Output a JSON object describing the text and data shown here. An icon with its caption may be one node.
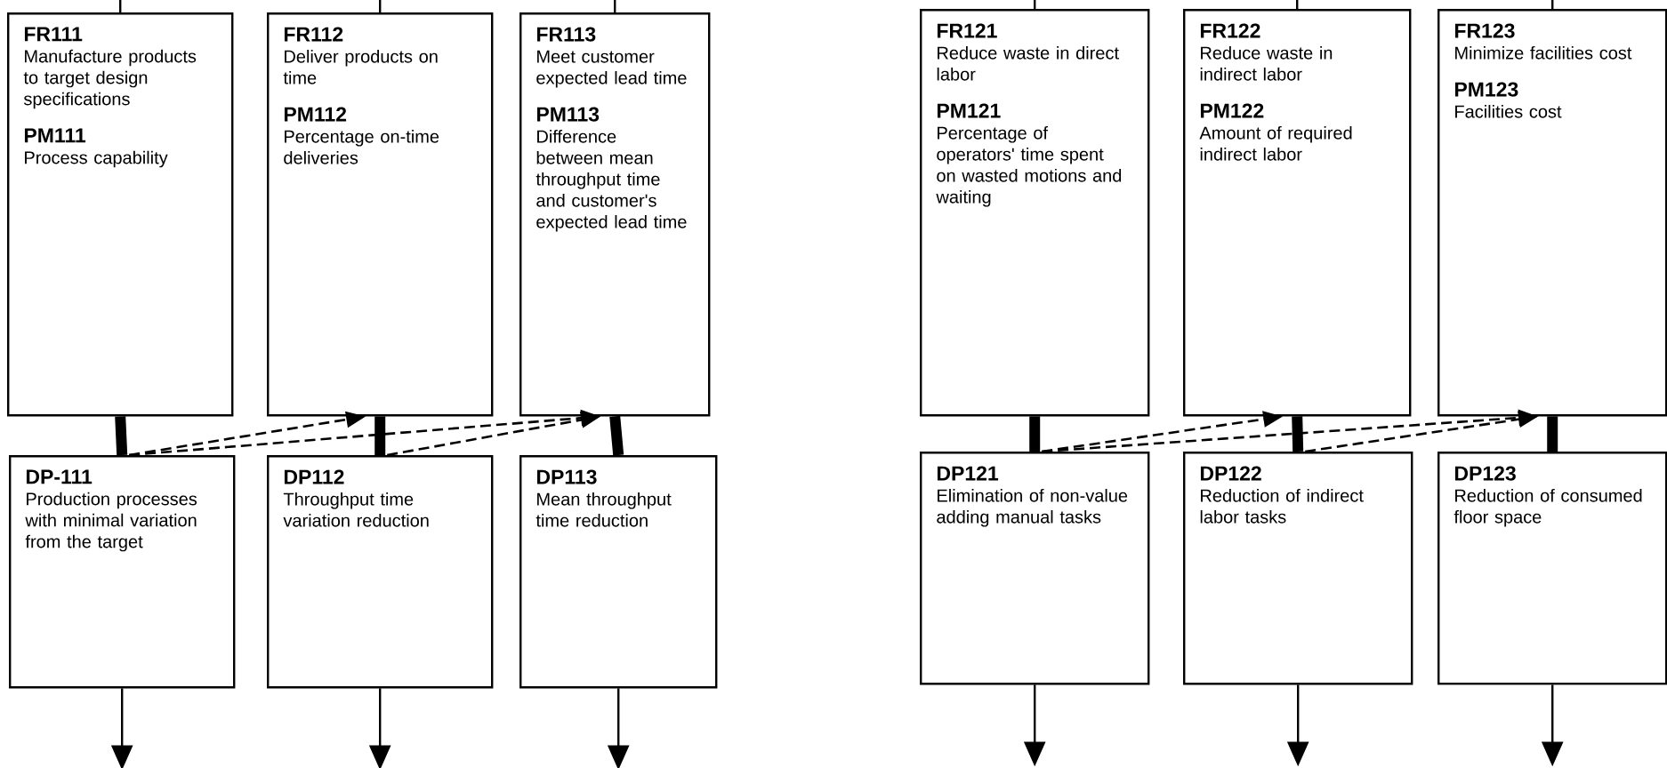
{
  "diagram": {
    "nodes": [
      {
        "text": [
          "FR111",
          "Manufacture products to target design specifications",
          "PM111",
          "Process capability"
        ]
      },
      {
        "text": [
          "FR112",
          "Deliver products on time",
          "PM112",
          "Percentage on-time deliveries"
        ]
      },
      {
        "text": [
          "FR113",
          "Meet customer expected lead time",
          "PM113",
          "Difference between mean throughput time and customer's expected lead time"
        ]
      },
      {
        "text": [
          "FR121",
          "Reduce waste in direct labor",
          "PM121",
          "Percentage of operators' time spent on wasted motions and waiting"
        ]
      },
      {
        "text": [
          "FR122",
          "Reduce waste in indirect labor",
          "PM122",
          "Amount of required indirect labor"
        ]
      },
      {
        "text": [
          "FR123",
          "Minimize facilities cost",
          "PM123",
          "Facilities cost"
        ]
      },
      {
        "text": [
          "DP-111",
          "Production processes with minimal variation from the target"
        ]
      },
      {
        "text": [
          "DP112",
          "Throughput time variation reduction"
        ]
      },
      {
        "text": [
          "DP113",
          "Mean throughput time reduction"
        ]
      },
      {
        "text": [
          "DP121",
          "Elimination of non-value adding manual tasks"
        ]
      },
      {
        "text": [
          "DP122",
          "Reduction of indirect labor tasks"
        ]
      },
      {
        "text": [
          "DP123",
          "Reduction of consumed floor space"
        ]
      }
    ],
    "edges": [
      {
        "from": null,
        "to": 0,
        "arrow": "none"
      },
      {
        "from": null,
        "to": 1,
        "arrow": "none"
      },
      {
        "from": null,
        "to": 2,
        "arrow": "none"
      },
      {
        "from": null,
        "to": 3,
        "arrow": "none"
      },
      {
        "from": null,
        "to": 4,
        "arrow": "none"
      },
      {
        "from": null,
        "to": 5,
        "arrow": "none"
      },
      {
        "from": 0,
        "to": 6,
        "arrow": "none",
        "style": "thick"
      },
      {
        "from": 1,
        "to": 7,
        "arrow": "none",
        "style": "thick"
      },
      {
        "from": 2,
        "to": 8,
        "arrow": "none",
        "style": "thick"
      },
      {
        "from": 3,
        "to": 9,
        "arrow": "none",
        "style": "thick"
      },
      {
        "from": 4,
        "to": 10,
        "arrow": "none",
        "style": "thick"
      },
      {
        "from": 5,
        "to": 11,
        "arrow": "none",
        "style": "thick"
      },
      {
        "from": 6,
        "to": 1,
        "arrow": "to",
        "style": "dashed"
      },
      {
        "from": 6,
        "to": 2,
        "arrow": "to",
        "style": "dashed"
      },
      {
        "from": 7,
        "to": 2,
        "arrow": "to",
        "style": "dashed"
      },
      {
        "from": 9,
        "to": 4,
        "arrow": "to",
        "style": "dashed"
      },
      {
        "from": 9,
        "to": 5,
        "arrow": "to",
        "style": "dashed"
      },
      {
        "from": 10,
        "to": 5,
        "arrow": "to",
        "style": "dashed"
      },
      {
        "from": 6,
        "to": null,
        "arrow": "to"
      },
      {
        "from": 7,
        "to": null,
        "arrow": "to"
      },
      {
        "from": 8,
        "to": null,
        "arrow": "to"
      },
      {
        "from": 9,
        "to": null,
        "arrow": "to"
      },
      {
        "from": 10,
        "to": null,
        "arrow": "to"
      },
      {
        "from": 11,
        "to": null,
        "arrow": "to"
      }
    ]
  }
}
